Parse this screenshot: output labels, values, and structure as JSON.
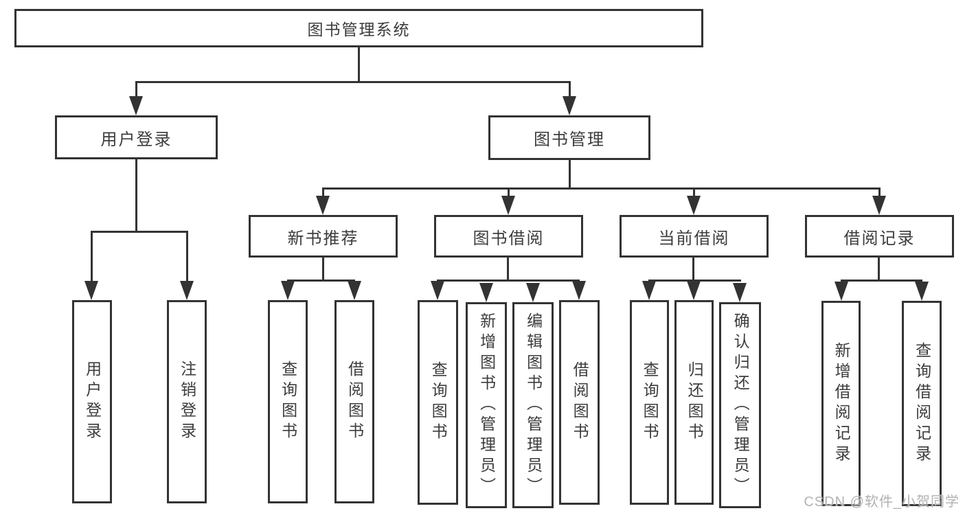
{
  "diagram": {
    "title": "图书管理系统",
    "branches": [
      {
        "label": "用户登录",
        "children": [
          {
            "label": "用户登录"
          },
          {
            "label": "注销登录"
          }
        ]
      },
      {
        "label": "图书管理",
        "children": [
          {
            "label": "新书推荐",
            "children": [
              {
                "label": "查询图书"
              },
              {
                "label": "借阅图书"
              }
            ]
          },
          {
            "label": "图书借阅",
            "children": [
              {
                "label": "查询图书"
              },
              {
                "label": "新增图书（管理员）"
              },
              {
                "label": "编辑图书（管理员）"
              },
              {
                "label": "借阅图书"
              }
            ]
          },
          {
            "label": "当前借阅",
            "children": [
              {
                "label": "查询图书"
              },
              {
                "label": "归还图书"
              },
              {
                "label": "确认归还（管理员）"
              }
            ]
          },
          {
            "label": "借阅记录",
            "children": [
              {
                "label": "新增借阅记录"
              },
              {
                "label": "查询借阅记录"
              }
            ]
          }
        ]
      }
    ]
  },
  "watermark": {
    "text": "CSDN @软件_小贺同学"
  },
  "colors": {
    "line": "#333333",
    "text": "#3c3c3c",
    "watermark": "#b2b2b2",
    "bg": "#ffffff"
  }
}
